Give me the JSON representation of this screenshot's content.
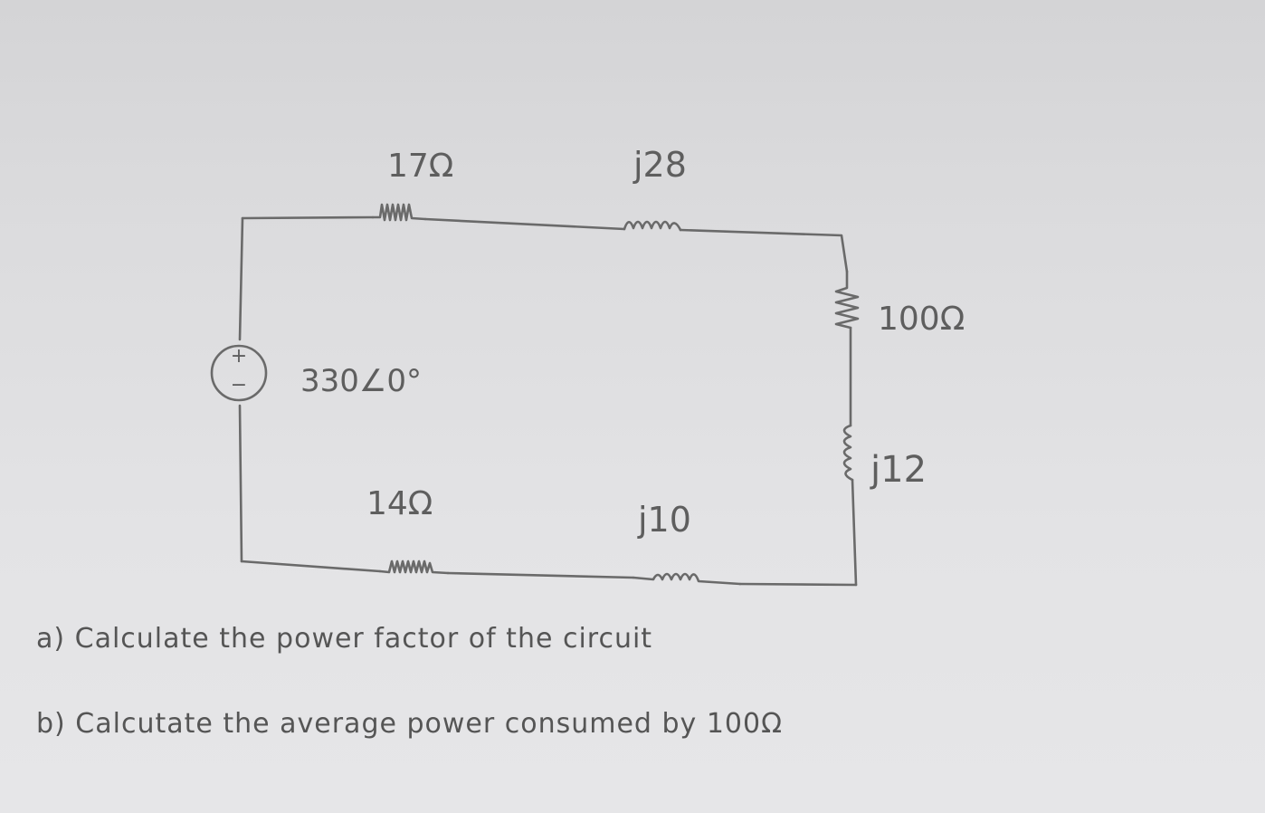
{
  "circuit": {
    "source": {
      "value": "330∠0°",
      "plus": "+",
      "minus": "−"
    },
    "top_resistor": {
      "label": "17Ω"
    },
    "top_inductor": {
      "label": "j28"
    },
    "right_resistor": {
      "label": "100Ω"
    },
    "right_inductor": {
      "label": "j12"
    },
    "bottom_resistor": {
      "label": "14Ω"
    },
    "bottom_inductor": {
      "label": "j10"
    }
  },
  "questions": {
    "a": "a) Calculate the power factor of the circuit",
    "b": "b) Calcutate the average power consumed by 100Ω"
  }
}
